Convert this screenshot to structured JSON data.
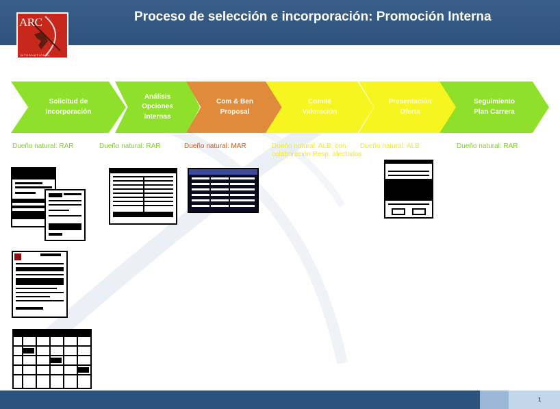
{
  "slide": {
    "title": "Proceso de selección e incorporación: Promoción Interna",
    "page_number": "1"
  },
  "logo": {
    "text": "ARC",
    "subtext": "INTERNATIONAL"
  },
  "process_steps": [
    {
      "label": "Solicitud de incorporación",
      "owner": "Dueño natural: RAR"
    },
    {
      "label": "Análisis Opciones Internas",
      "owner": "Dueño natural: RAR"
    },
    {
      "label": "Com & Ben Proposal",
      "owner": "Dueño natural: MAR"
    },
    {
      "label": "Comité Valoración",
      "owner": "Dueño natural: ALB, con colaboración Resp. afectados"
    },
    {
      "label": "Presentación Oferta",
      "owner": "Dueño natural: ALB"
    },
    {
      "label": "Seguimiento Plan Carrera",
      "owner": "Dueño natural: RAR"
    }
  ],
  "colors": {
    "header": "#2d527c",
    "green": "#8fe02a",
    "orange": "#e08a3c",
    "yellow": "#f7f520",
    "owner_green": "#7dd321",
    "owner_orange": "#d25a12",
    "owner_yellow": "#f2ea1a"
  }
}
